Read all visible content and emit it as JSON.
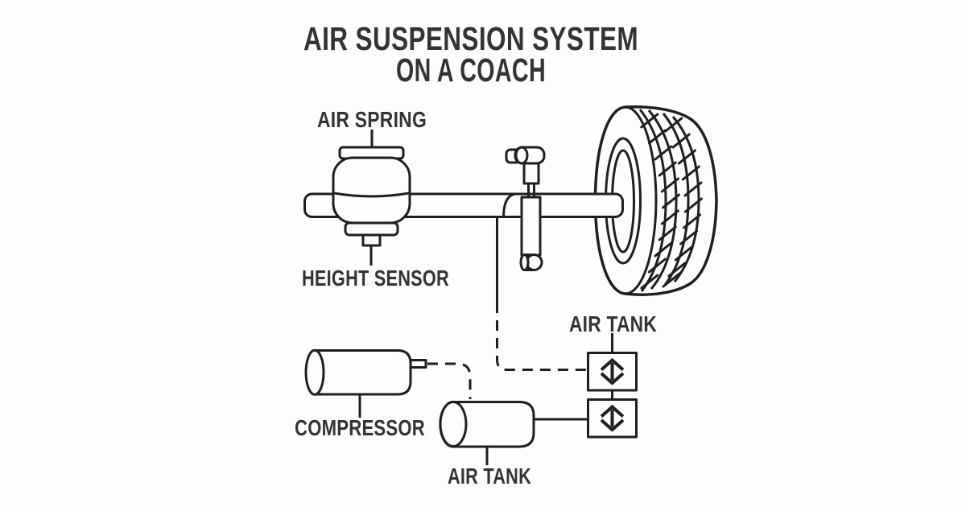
{
  "title": {
    "line1": "AIR SUSPENSION SYSTEM",
    "line2": "ON A COACH"
  },
  "labels": {
    "air_spring": "AIR SPRING",
    "height_sensor": "HEIGHT SENSOR",
    "air_tank_upper": "AIR TANK",
    "compressor": "COMPRESSOR",
    "air_tank_lower": "AIR TANK"
  },
  "colors": {
    "background": "#fdfdfd",
    "line": "#1f1f1f",
    "text": "#333333"
  },
  "components": [
    "air-spring",
    "height-sensor",
    "axle",
    "wheel-tire",
    "height-control-valve",
    "air-line-dashed",
    "air-tank-valve-boxes",
    "compressor",
    "air-tank-reservoir"
  ]
}
